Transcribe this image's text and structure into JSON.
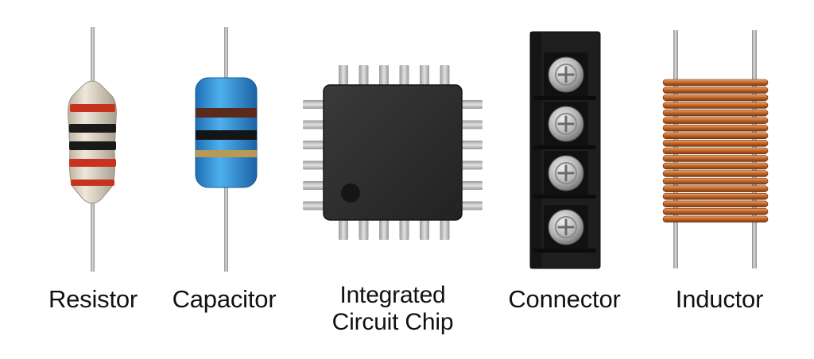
{
  "components": [
    {
      "id": "resistor",
      "label": "Resistor"
    },
    {
      "id": "capacitor",
      "label": "Capacitor"
    },
    {
      "id": "ic",
      "label_lines": [
        "Integrated",
        "Circuit Chip"
      ]
    },
    {
      "id": "connector",
      "label": "Connector"
    },
    {
      "id": "inductor",
      "label": "Inductor"
    }
  ],
  "colors": {
    "background": "#ffffff",
    "lead": "#a9a9a9",
    "resistor_body": "#ddd4c4",
    "resistor_band_red": "#c8331f",
    "resistor_band_black": "#1a1a1a",
    "capacitor_body": "#3b9be0",
    "capacitor_band_brown": "#5a2a1a",
    "capacitor_band_black": "#151515",
    "capacitor_band_gold": "#b89a55",
    "ic_body": "#2c2c2c",
    "ic_pin": "#bcbcbc",
    "connector_body": "#1e1e1e",
    "screw_metal": "#b8b8b8",
    "copper": "#c06a2b"
  }
}
